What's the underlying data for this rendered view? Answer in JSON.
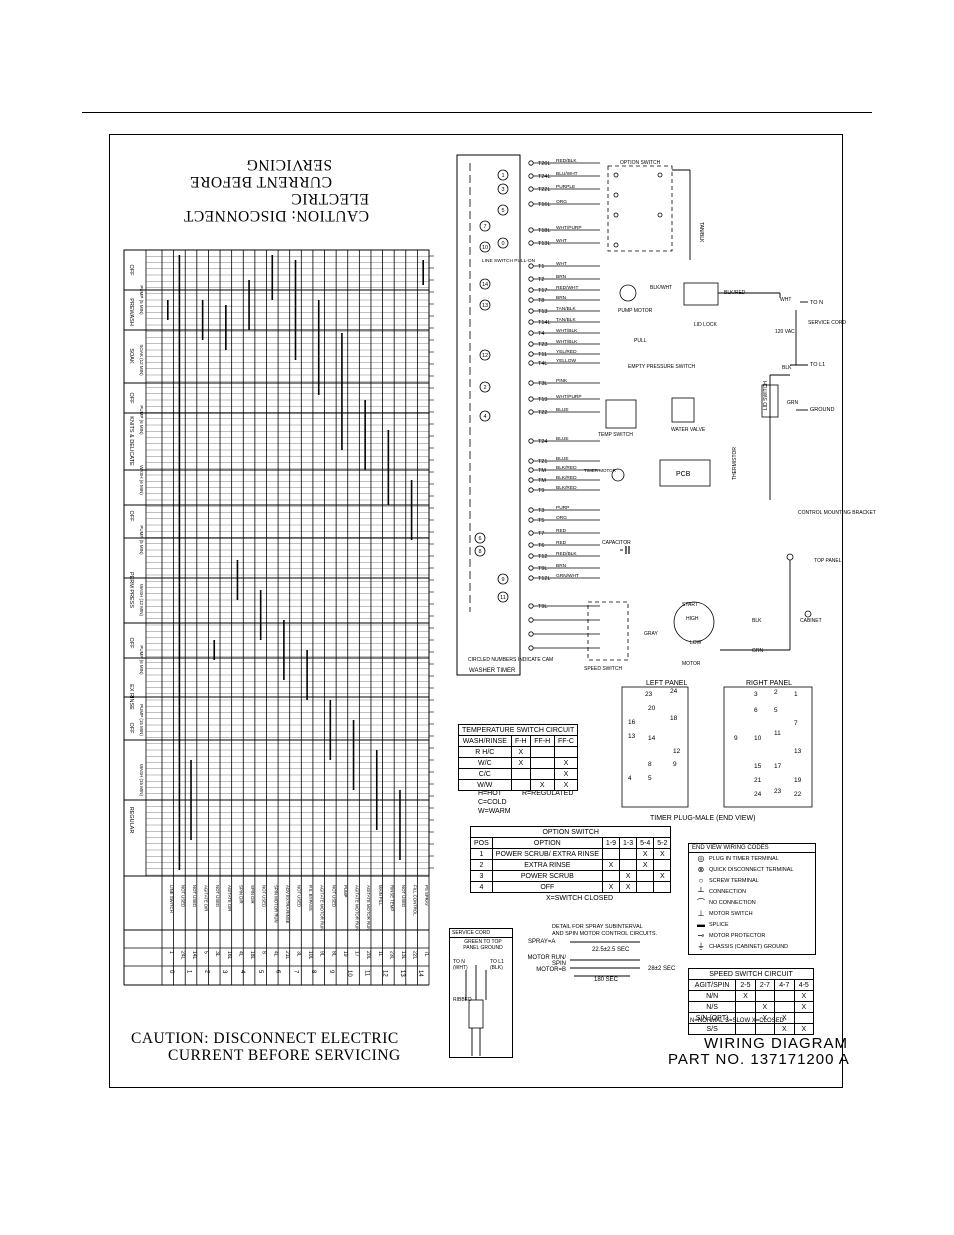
{
  "caution": {
    "line1": "CAUTION: DISCONNECT ELECTRIC",
    "line2": "CURRENT BEFORE SERVICING"
  },
  "title": {
    "line1": "WIRING DIAGRAM",
    "line2": "PART NO. 137171200 A"
  },
  "schematic": {
    "terminals": [
      "T20L",
      "T24L",
      "T22L",
      "T16L",
      "T18L",
      "T13L",
      "T1",
      "T2",
      "T17",
      "T8",
      "T13",
      "T14L",
      "T4",
      "T23",
      "T11",
      "T4L",
      "T3L",
      "T19",
      "T22",
      "T24",
      "T21",
      "TM",
      "TM",
      "T9",
      "T3",
      "T5",
      "T7",
      "T6",
      "T12",
      "T9L",
      "T12L",
      "T9L"
    ],
    "wires": [
      "RED/BLK",
      "BLU/WHT",
      "PURPLE",
      "ORG",
      "WHT/PURP",
      "WHT",
      "WHT",
      "BRN",
      "RED/WHT",
      "BRN",
      "TAN/BLK",
      "TAN/BLK",
      "WHT/BLK",
      "WHT/BLK",
      "YEL/RED",
      "YELLOW",
      "PINK",
      "WHT/PURP",
      "BLUE",
      "BLUE",
      "BLUE",
      "BLK/RED",
      "BLK/RED",
      "BLK/RED",
      "PURP",
      "ORG",
      "RED",
      "RED",
      "RED/BLK",
      "BRN",
      "GRN/WHT"
    ],
    "circled": [
      "1",
      "3",
      "5",
      "7",
      "0",
      "10",
      "14",
      "13",
      "12",
      "2",
      "4",
      "6",
      "8",
      "9",
      "11"
    ],
    "labels": {
      "option_switch": "OPTION SWITCH",
      "line_switch": "LINE SWITCH PULL-ON",
      "pump_motor": "PUMP MOTOR",
      "lid_lock": "LID LOCK",
      "pull": "PULL",
      "empty_ps": "EMPTY PRESSURE SWITCH",
      "temp_switch": "TEMP SWITCH",
      "water_valve": "WATER VALVE",
      "timer_motor": "TIMER MOTOR",
      "pcb": "PCB",
      "thermistor": "THERMISTOR",
      "capacitor": "CAPACITOR",
      "speed_switch": "SPEED SWITCH",
      "motor": "MOTOR",
      "start": "START",
      "high": "HIGH",
      "low": "LOW",
      "washer_timer": "WASHER TIMER",
      "circled_note": "CIRCLED NUMBERS INDICATE CAM",
      "service_cord": "SERVICE CORD",
      "vac": "120 VAC",
      "to_n": "TO N",
      "to_l1": "TO L1",
      "ground": "GROUND",
      "lid_switch": "LID SWITCH",
      "ctrl_bracket": "CONTROL MOUNTING BRACKET",
      "top_panel": "TOP PANEL",
      "cabinet": "CABINET",
      "tan_blk": "TAN/BLK",
      "blk_wht": "BLK/WHT",
      "blk_red": "BLK/RED",
      "blk": "BLK",
      "grn": "GRN",
      "gray": "GRAY",
      "wht": "WHT"
    }
  },
  "panels": {
    "left_title": "LEFT PANEL",
    "right_title": "RIGHT PANEL",
    "plug_caption": "TIMER PLUG-MALE (END VIEW)",
    "left_numbers": [
      "23",
      "24",
      "20",
      "16",
      "18",
      "13",
      "14",
      "12",
      "8",
      "9",
      "4",
      "5"
    ],
    "right_numbers": [
      "1",
      "3",
      "2",
      "6",
      "5",
      "7",
      "10",
      "9",
      "11",
      "13",
      "17",
      "15",
      "21",
      "19",
      "24",
      "23",
      "22"
    ]
  },
  "temp_table": {
    "headers": [
      "TEMPERATURE SWITCH CIRCUIT"
    ],
    "cols": [
      "WASH/RINSE",
      "F-H",
      "FF-H",
      "FF-C"
    ],
    "rows": [
      [
        "R H/C",
        "X",
        "",
        ""
      ],
      [
        "W/C",
        "X",
        "",
        "X"
      ],
      [
        "C/C",
        "",
        "",
        "X"
      ],
      [
        "W/W",
        "",
        "X",
        "X"
      ]
    ],
    "legend": [
      "H=HOT",
      "C=COLD",
      "W=WARM",
      "R=REGULATED"
    ]
  },
  "option_table": {
    "caption": "OPTION SWITCH",
    "cols": [
      "POS",
      "OPTION",
      "1-9",
      "1-3",
      "5-4",
      "5-2"
    ],
    "rows": [
      [
        "1",
        "POWER SCRUB/ EXTRA RINSE",
        "",
        "",
        "X",
        "X"
      ],
      [
        "2",
        "EXTRA RINSE",
        "X",
        "",
        "X",
        ""
      ],
      [
        "3",
        "POWER SCRUB",
        "",
        "X",
        "",
        "X"
      ],
      [
        "4",
        "OFF",
        "X",
        "X",
        "",
        ""
      ]
    ],
    "note": "X=SWITCH CLOSED"
  },
  "spray_detail": {
    "caption1": "DETAIL FOR SPRAY SUBINTERVAL",
    "caption2": "AND SPIN MOTOR CONTROL CIRCUITS.",
    "spray": "SPRAY=A",
    "motor": "MOTOR RUN/ SPIN MOTOR=B",
    "t1": "22.5±2.5 SEC",
    "t2": "28±2 SEC",
    "t3": "180 SEC"
  },
  "wiring_codes": {
    "title": "END VIEW WIRING CODES",
    "items": [
      {
        "sym": "◎",
        "text": "PLUG IN TIMER TERMINAL"
      },
      {
        "sym": "⊗",
        "text": "QUICK DISCONNECT TERMINAL"
      },
      {
        "sym": "○",
        "text": "SCREW TERMINAL"
      },
      {
        "sym": "┴",
        "text": "CONNECTION"
      },
      {
        "sym": "⌒",
        "text": "NO CONNECTION"
      },
      {
        "sym": "⊥",
        "text": "MOTOR SWITCH"
      },
      {
        "sym": "▬",
        "text": "SPLICE"
      },
      {
        "sym": "⊸",
        "text": "MOTOR PROTECTOR"
      },
      {
        "sym": "⏚",
        "text": "CHASSIS (CABINET) GROUND"
      }
    ]
  },
  "speed_table": {
    "caption": "SPEED SWITCH CIRCUIT",
    "cols": [
      "AGIT/SPIN",
      "2-5",
      "2-7",
      "4-7",
      "4-5"
    ],
    "rows": [
      [
        "N/N",
        "X",
        "",
        "",
        "X"
      ],
      [
        "N/S",
        "",
        "X",
        "",
        "X"
      ],
      [
        "S/N (OPT)",
        "",
        "X",
        "X",
        ""
      ],
      [
        "S/S",
        "",
        "",
        "X",
        "X"
      ]
    ],
    "note": "N=NORMAL  S=SLOW  X=CLOSED"
  },
  "cord_detail": {
    "title": "SERVICE CORD",
    "green": "GREEN TO TOP PANEL GROUND",
    "n": "TO N (WHT)",
    "l1": "TO L1 (BLK)",
    "ribbed": "RIBBED"
  },
  "cam_chart": {
    "sections": [
      "OFF",
      "PREWASH",
      "SOAK",
      "OFF",
      "KNITS & DELICATE",
      "OFF",
      "PERM PRESS",
      "OFF",
      "EX RINSE",
      "OFF",
      "REGULAR"
    ],
    "sub_labels": [
      "PUMP (5 MIN)",
      "SOAK (12 MIN)",
      "PUMP (6 MIN)",
      "WASH (6 MIN)",
      "PUMP (5 MIN)",
      "WASH (12 MIN)",
      "PUMP (6 MIN)",
      "PUMP (15 MIN)",
      "WASH (15 MIN)"
    ],
    "circuits": [
      "LINE SWITCH",
      "NOT USED",
      "NOT USED",
      "AGITATE DIR",
      "NOT USED",
      "AGITATE DIR",
      "SPIN DIR",
      "SPIN DIR",
      "NOT USED",
      "SPIN MOTOR RUN",
      "ADV EXTRA RINSE",
      "NOT USED",
      "P.S. BYPASS",
      "AGITATE MOTOR RUN",
      "NOT USED",
      "PUMP",
      "AGITATE MOTOR RUN",
      "AGITATE MOTOR RUN",
      "MAIN FILL",
      "RINSE TEMP",
      "NOT USED",
      "FILL CONTROL",
      "PS SPRAY"
    ],
    "cams": [
      "0",
      "1",
      "2",
      "3",
      "4",
      "5",
      "6",
      "7",
      "8",
      "9",
      "10",
      "11",
      "12",
      "13",
      "14"
    ],
    "terms": [
      "1",
      "24L",
      "14L",
      "5",
      "3L",
      "16L",
      "4L",
      "18L",
      "8",
      "4L",
      "21L",
      "3L",
      "10L",
      "9L",
      "8L",
      "19",
      "17",
      "20L",
      "1L",
      "23L",
      "13L",
      "22L",
      "7L"
    ]
  }
}
